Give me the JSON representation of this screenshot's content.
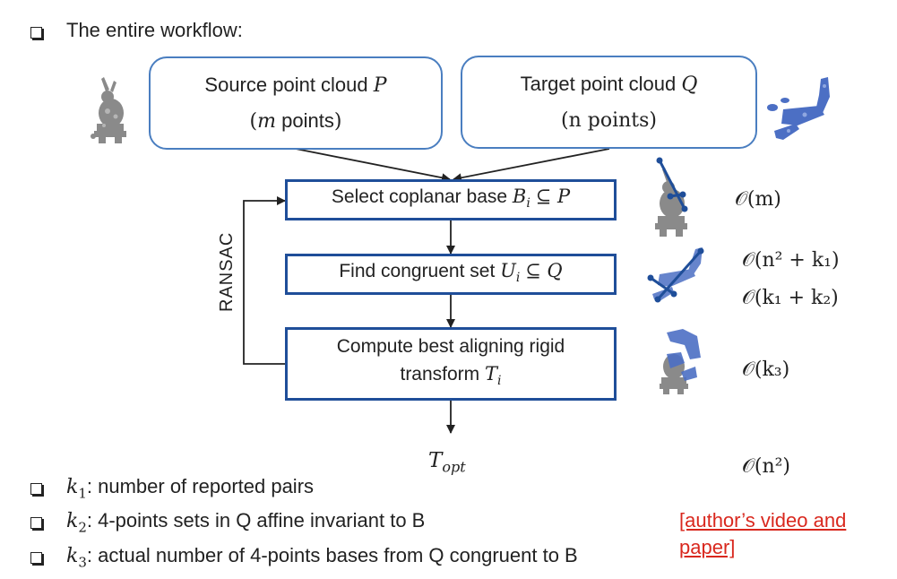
{
  "heading": "The entire workflow:",
  "source": {
    "label": "Source point cloud",
    "var": "P",
    "count_var": "m",
    "count_text": "points"
  },
  "target": {
    "label": "Target point cloud",
    "var": "Q",
    "count_text": "(n points)"
  },
  "steps": {
    "select": {
      "text": "Select coplanar base",
      "sym": "B",
      "sub": "i",
      "rel": "⊆ P"
    },
    "find": {
      "text": "Find congruent set",
      "sym": "U",
      "sub": "i",
      "rel": "⊆ Q"
    },
    "compute": {
      "line1": "Compute best aligning rigid",
      "line2": "transform",
      "sym": "T",
      "sub": "i"
    }
  },
  "loop_label": "RANSAC",
  "output": {
    "sym": "T",
    "sub": "opt"
  },
  "complexities": {
    "select": "𝒪(m)",
    "find_a": "𝒪(n² + k₁)",
    "find_b": "𝒪(k₁ + k₂)",
    "compute": "𝒪(k₃)",
    "total": "𝒪(n²)"
  },
  "notes": [
    {
      "var": "k",
      "sub": "1",
      "text": ": number of reported pairs"
    },
    {
      "var": "k",
      "sub": "2",
      "text": ": 4-points sets in Q affine invariant to B"
    },
    {
      "var": "k",
      "sub": "3",
      "text": ": actual number of 4-points bases from Q congruent to B"
    }
  ],
  "reference": {
    "line1": "[author’s video and",
    "line2": "paper]"
  },
  "colors": {
    "round_box": "#4a7ec0",
    "step_box": "#1f4e99",
    "cloud": "#4c6fc4",
    "statue": "#8a8a8a",
    "link": "#d9281e"
  }
}
